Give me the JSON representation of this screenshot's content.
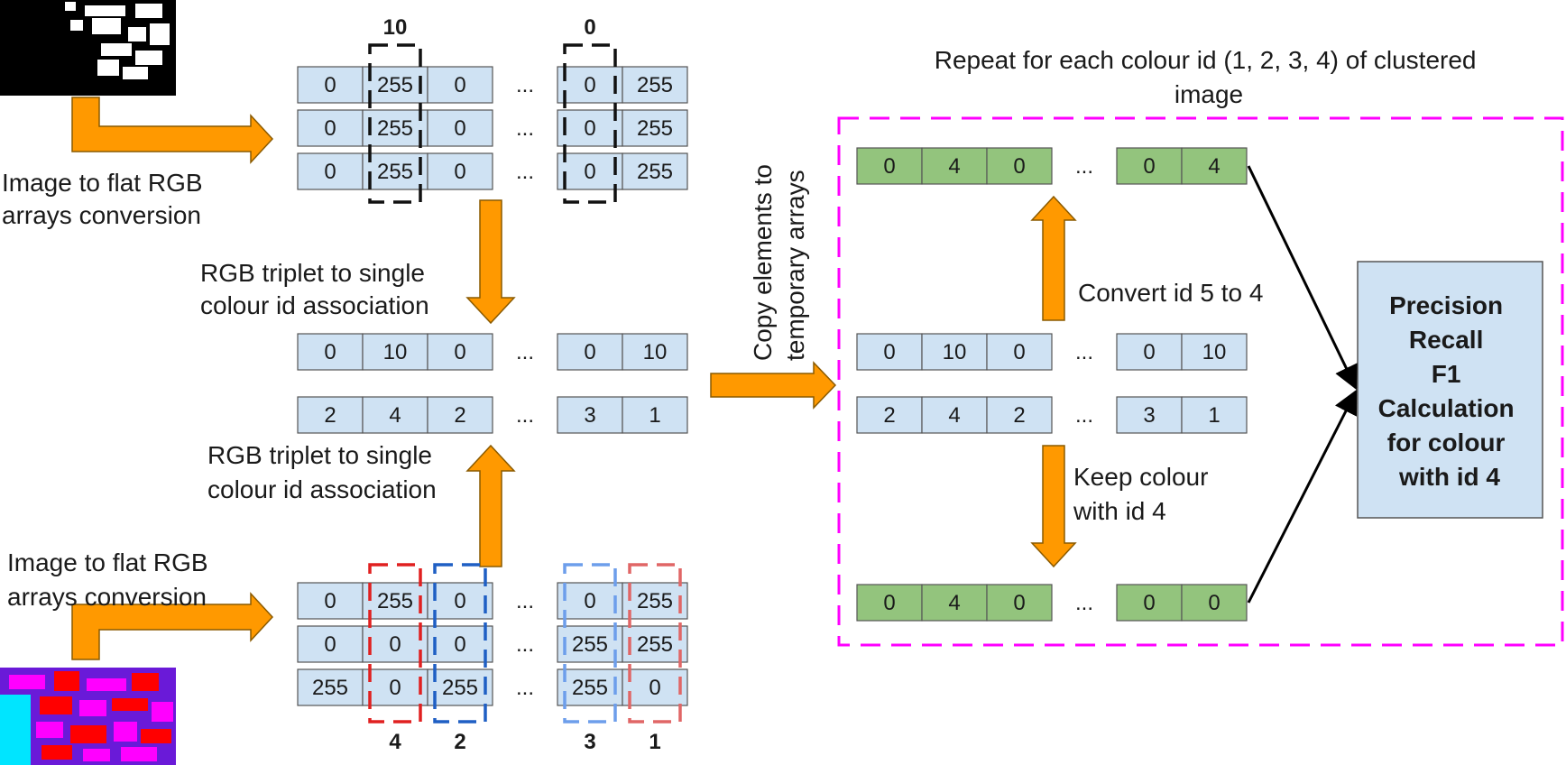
{
  "labels": {
    "convert_top": [
      "Image to flat RGB",
      "arrays conversion"
    ],
    "assoc_top": [
      "RGB triplet to single",
      "colour id association"
    ],
    "assoc_bottom": [
      "RGB triplet to single",
      "colour id association"
    ],
    "convert_bottom": [
      "Image to flat RGB",
      "arrays conversion"
    ],
    "copy": [
      "Copy elements to",
      "temporary arrays"
    ],
    "repeat": [
      "Repeat for each colour id (1, 2, 3, 4)  of clustered",
      "image"
    ],
    "convert_id": "Convert id 5 to 4",
    "keep": [
      "Keep colour",
      "with id 4"
    ],
    "result": [
      "Precision",
      "Recall",
      "F1",
      "Calculation",
      "for colour",
      "with id 4"
    ],
    "ellipsis": "..."
  },
  "top_column_ids": [
    "10",
    "0"
  ],
  "bottom_column_ids": [
    "4",
    "2",
    "3",
    "1"
  ],
  "arrays": {
    "gt_rgb": [
      [
        "0",
        "255",
        "0",
        "0",
        "255"
      ],
      [
        "0",
        "255",
        "0",
        "0",
        "255"
      ],
      [
        "0",
        "255",
        "0",
        "0",
        "255"
      ]
    ],
    "gt_ids": [
      "0",
      "10",
      "0",
      "0",
      "10"
    ],
    "pred_ids": [
      "2",
      "4",
      "2",
      "3",
      "1"
    ],
    "pred_rgb": [
      [
        "0",
        "255",
        "0",
        "0",
        "255"
      ],
      [
        "0",
        "0",
        "0",
        "255",
        "255"
      ],
      [
        "255",
        "0",
        "255",
        "255",
        "0"
      ]
    ],
    "tmp_gt": [
      "0",
      "10",
      "0",
      "0",
      "10"
    ],
    "tmp_pred": [
      "2",
      "4",
      "2",
      "3",
      "1"
    ],
    "converted_gt": [
      "0",
      "4",
      "0",
      "0",
      "4"
    ],
    "kept_pred": [
      "0",
      "4",
      "0",
      "0",
      "0"
    ]
  },
  "colors": {
    "cell_blue": "#cfe2f3",
    "cell_green": "#93c47d",
    "arrow_orange": "#ff9900",
    "dash_magenta": "#ff00ff",
    "dash_red": "#e02020",
    "dash_blue": "#1f5fc4",
    "dash_lightblue": "#6d9eeb",
    "dash_pink": "#e06666",
    "dash_black": "#111111"
  }
}
